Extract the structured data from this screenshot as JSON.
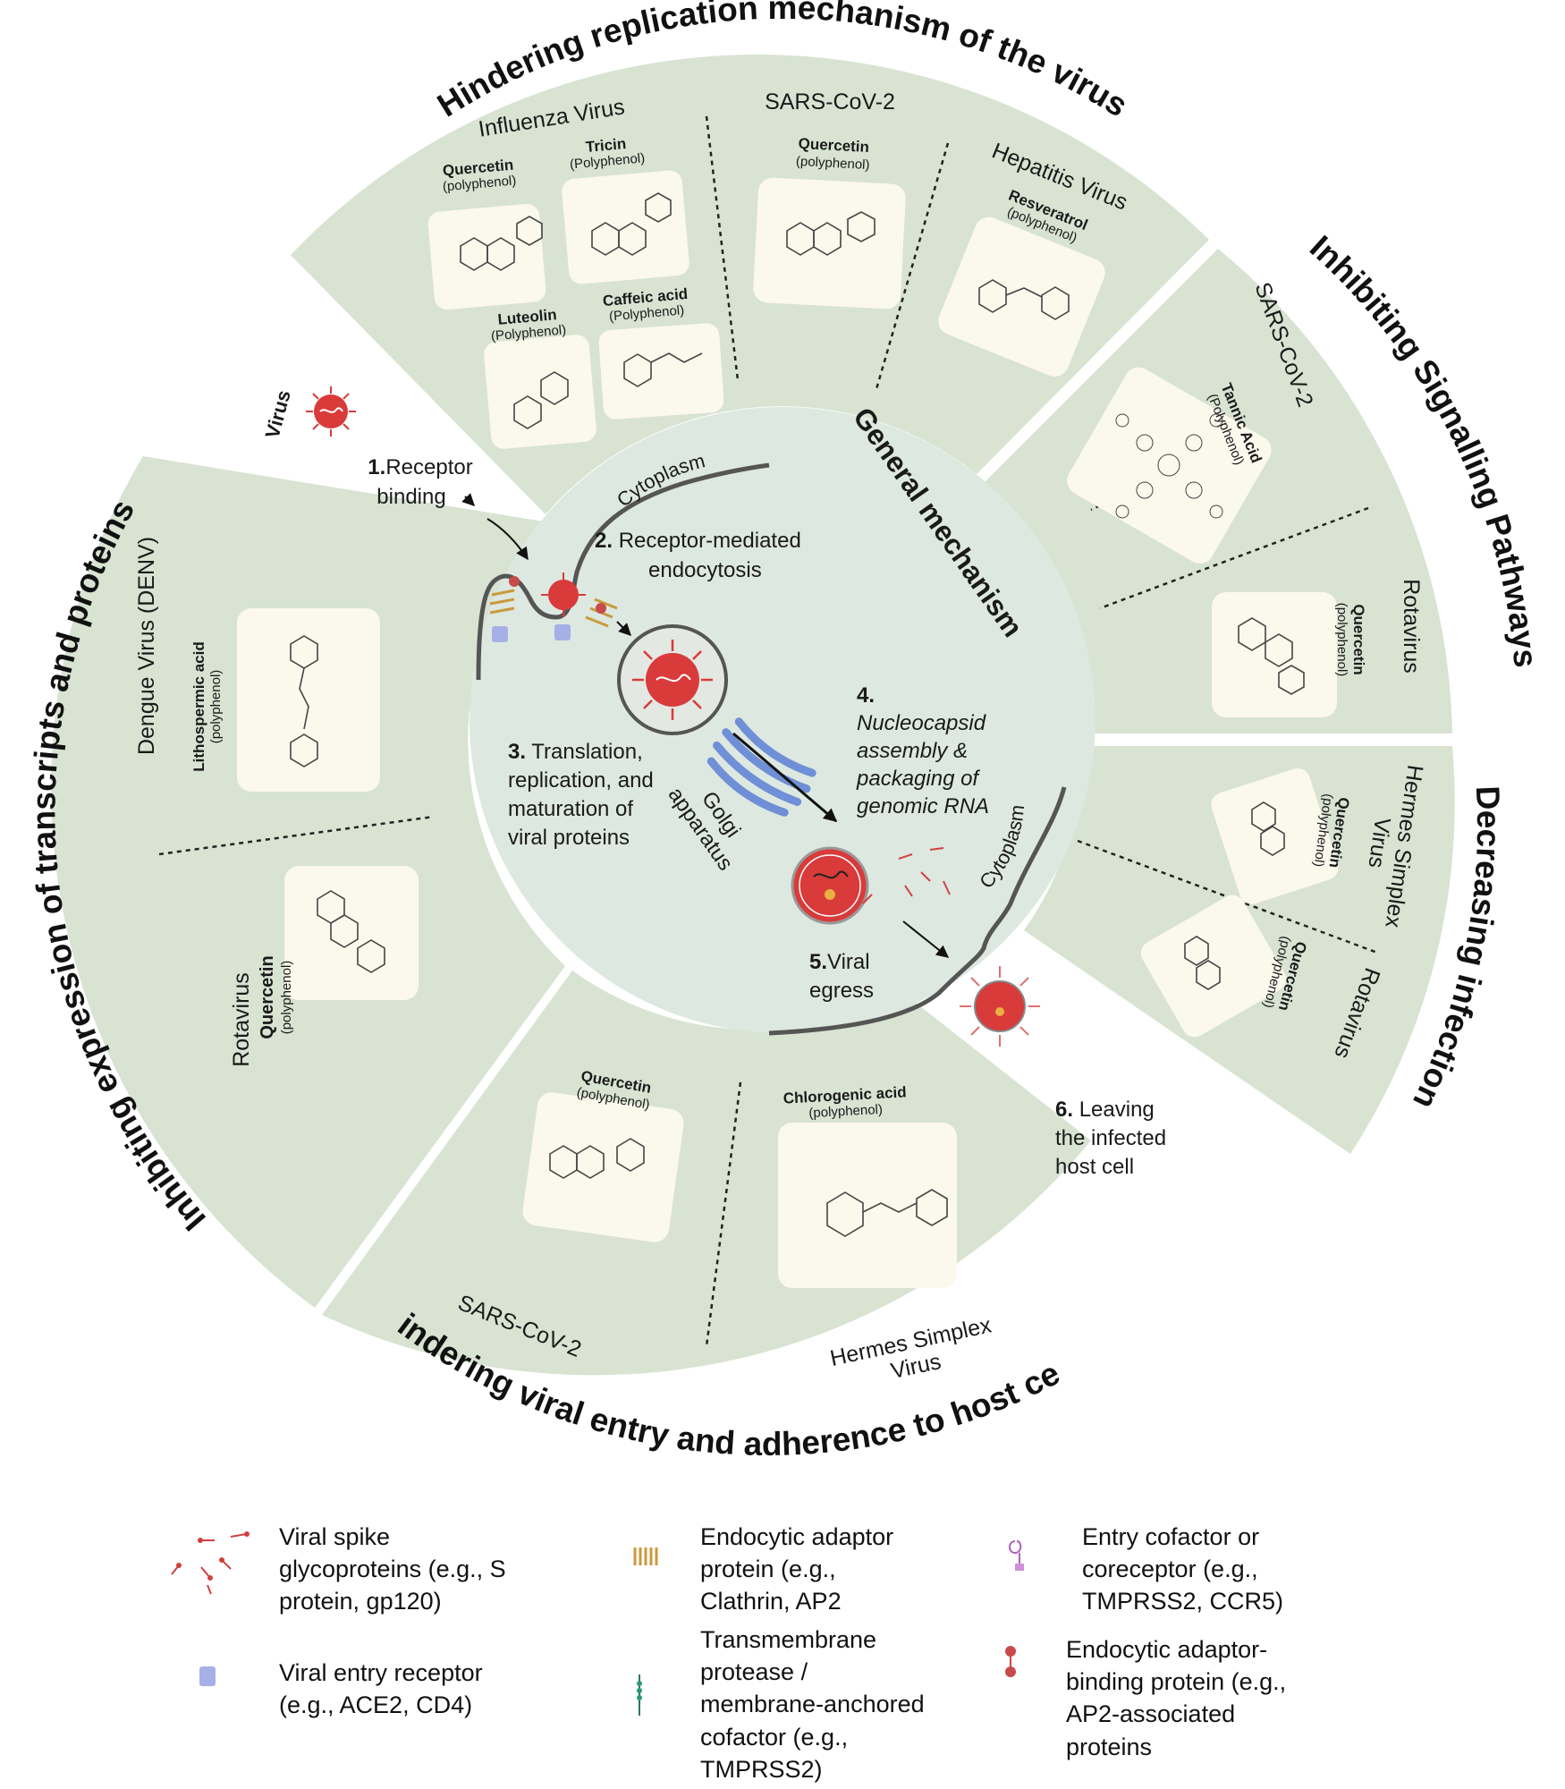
{
  "sections": {
    "top": {
      "title": "Hindering replication mechanism of the virus",
      "groups": [
        {
          "virus": "Influenza Virus",
          "compounds": [
            {
              "name": "Quercetin",
              "class": "(polyphenol)"
            },
            {
              "name": "Tricin",
              "class": "(Polyphenol)"
            },
            {
              "name": "Luteolin",
              "class": "(Polyphenol)"
            },
            {
              "name": "Caffeic acid",
              "class": "(Polyphenol)"
            }
          ]
        },
        {
          "virus": "SARS-CoV-2",
          "compounds": [
            {
              "name": "Quercetin",
              "class": "(polyphenol)"
            }
          ]
        },
        {
          "virus": "Hepatitis Virus",
          "compounds": [
            {
              "name": "Resveratrol",
              "class": "(polyphenol)"
            }
          ]
        }
      ]
    },
    "right_upper": {
      "title": "Inhibiting Signalling Pathways",
      "groups": [
        {
          "virus": "SARS-CoV-2",
          "compounds": [
            {
              "name": "Tannic Acid",
              "class": "(Polyphenol)"
            }
          ]
        },
        {
          "virus": "Rotavirus",
          "compounds": [
            {
              "name": "Quercetin",
              "class": "(polyphenol)"
            }
          ]
        }
      ]
    },
    "right_lower": {
      "title": "Decreasing infection",
      "groups": [
        {
          "virus": "Hermes Simplex Virus",
          "virus_lines": [
            "Hermes Simplex",
            "Virus"
          ],
          "compounds": [
            {
              "name": "Quercetin",
              "class": "(polyphenol)"
            }
          ]
        },
        {
          "virus": "Rotavirus",
          "compounds": [
            {
              "name": "Quercetin",
              "class": "(polyphenol)"
            }
          ]
        }
      ]
    },
    "bottom": {
      "title": "Hindering viral entry and adherence to host cell",
      "groups": [
        {
          "virus": "SARS-CoV-2",
          "compounds": [
            {
              "name": "Quercetin",
              "class": "(polyphenol)"
            }
          ]
        },
        {
          "virus": "Hermes Simplex Virus",
          "virus_lines": [
            "Hermes Simplex",
            "Virus"
          ],
          "compounds": [
            {
              "name": "Chlorogenic acid",
              "class": "(polyphenol)"
            }
          ]
        }
      ]
    },
    "left": {
      "title": "Inhibiting expression of transcripts and proteins",
      "groups": [
        {
          "virus": "Dengue Virus (DENV)",
          "compounds": [
            {
              "name": "Lithospermic acid",
              "class": "(polyphenol)"
            }
          ]
        },
        {
          "virus": "Rotavirus",
          "compounds": [
            {
              "name": "Quercetin",
              "class": "(polyphenol)"
            }
          ]
        }
      ]
    }
  },
  "center": {
    "title": "General mechanism",
    "cytoplasm_label": "Cytoplasm",
    "golgi": [
      "Golgi",
      "apparatus"
    ],
    "virus_label": "Virus",
    "steps": {
      "s1": {
        "num": "1.",
        "lines": [
          "Receptor",
          "binding"
        ]
      },
      "s2": {
        "num": "2.",
        "lines": [
          "Receptor-mediated",
          "endocytosis"
        ]
      },
      "s3": {
        "num": "3.",
        "lines": [
          "Translation,",
          "replication, and",
          "maturation of",
          "viral proteins"
        ]
      },
      "s4": {
        "num": "4.",
        "lines": [
          "Nucleocapsid",
          "assembly &",
          "packaging of",
          "genomic RNA"
        ]
      },
      "s5": {
        "num": "5.",
        "lines": [
          "Viral",
          "egress"
        ]
      },
      "s6": {
        "num": "6.",
        "lines": [
          "Leaving",
          "the infected",
          "host cell"
        ]
      }
    }
  },
  "legend": [
    {
      "icon": "spike-icon",
      "lines": [
        "Viral spike",
        "glycoproteins (e.g., S",
        "protein, gp120)"
      ]
    },
    {
      "icon": "adaptor-icon",
      "lines": [
        "Endocytic adaptor",
        "protein (e.g.,",
        "Clathrin, AP2"
      ]
    },
    {
      "icon": "cofactor-icon",
      "lines": [
        " Entry cofactor or",
        "coreceptor (e.g.,",
        "TMPRSS2, CCR5)"
      ]
    },
    {
      "icon": "receptor-icon",
      "lines": [
        "Viral entry receptor",
        "(e.g., ACE2, CD4)"
      ]
    },
    {
      "icon": "protease-icon",
      "lines": [
        "Transmembrane",
        "protease /",
        "membrane-anchored",
        "cofactor (e.g.,",
        "TMPRSS2)"
      ]
    },
    {
      "icon": "binding-protein-icon",
      "lines": [
        "Endocytic adaptor-",
        "binding protein (e.g.,",
        "AP2-associated",
        "proteins"
      ]
    }
  ],
  "colors": {
    "sector": "#d8e3d2",
    "center": "#dde8e0",
    "card": "#fbf8ec",
    "virus": "#d93a3a",
    "golgi": "#6f8fd6",
    "adaptor": "#c99a3c",
    "receptor": "#a6b0e6"
  }
}
